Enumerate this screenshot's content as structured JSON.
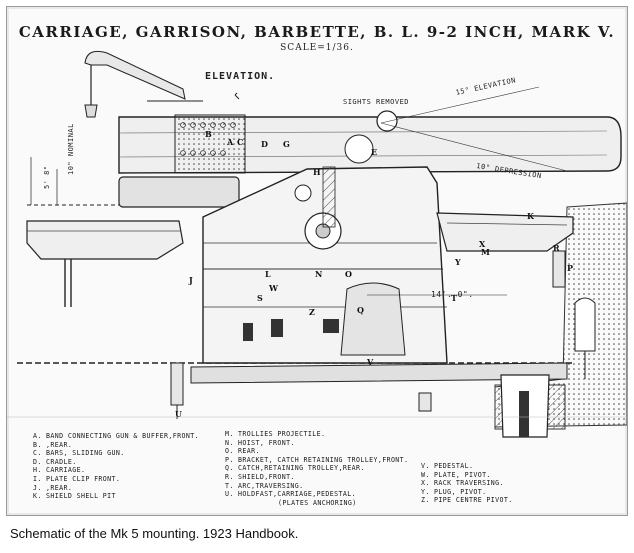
{
  "plate": {
    "title": "CARRIAGE, GARRISON, BARBETTE, B. L. 9-2 INCH, MARK V.",
    "scale": "SCALE=1/36.",
    "view": "ELEVATION."
  },
  "labels": {
    "sights": "SIGHTS REMOVED",
    "elevation": "15° ELEVATION",
    "depression": "10° DEPRESSION",
    "dim_14": "14'. 0\".",
    "dim_10": "10\" NOMINAL",
    "dim_5": "5' 8\""
  },
  "part_letters": [
    "A",
    "B",
    "C",
    "D",
    "E",
    "G",
    "H",
    "J",
    "K",
    "L",
    "M",
    "N",
    "O",
    "P",
    "Q",
    "R",
    "S",
    "T",
    "U",
    "V",
    "W",
    "X",
    "Y",
    "Z"
  ],
  "legend": {
    "col1": [
      {
        "key": "A.",
        "text": "BAND CONNECTING GUN & BUFFER,FRONT."
      },
      {
        "key": "B.",
        "text": "        ,REAR."
      },
      {
        "key": "C.",
        "text": "BARS, SLIDING GUN."
      },
      {
        "key": "D.",
        "text": "CRADLE."
      },
      {
        "key": "H.",
        "text": "CARRIAGE."
      },
      {
        "key": "I.",
        "text": "PLATE CLIP FRONT."
      },
      {
        "key": "J.",
        "text": "      ,REAR."
      },
      {
        "key": "K.",
        "text": "SHIELD SHELL PIT"
      }
    ],
    "col2": [
      {
        "key": "M.",
        "text": "TROLLIES PROJECTILE."
      },
      {
        "key": "N.",
        "text": "HOIST, FRONT."
      },
      {
        "key": "O.",
        "text": "      REAR."
      },
      {
        "key": "P.",
        "text": "BRACKET, CATCH RETAINING TROLLEY,FRONT."
      },
      {
        "key": "Q.",
        "text": "CATCH,RETAINING TROLLEY,REAR."
      },
      {
        "key": "R.",
        "text": "SHIELD,FRONT."
      },
      {
        "key": "T.",
        "text": "ARC,TRAVERSING."
      },
      {
        "key": "U.",
        "text": "HOLDFAST,CARRIAGE,PEDESTAL."
      },
      {
        "key": "",
        "text": "(PLATES ANCHORING)"
      }
    ],
    "col3": [
      {
        "key": "V.",
        "text": "PEDESTAL."
      },
      {
        "key": "W.",
        "text": "PLATE, PIVOT."
      },
      {
        "key": "X.",
        "text": "RACK TRAVERSING."
      },
      {
        "key": "Y.",
        "text": "PLUG, PIVOT."
      },
      {
        "key": "Z.",
        "text": "PIPE CENTRE PIVOT."
      }
    ]
  },
  "caption": "Schematic of the Mk 5 mounting. 1923 Handbook."
}
